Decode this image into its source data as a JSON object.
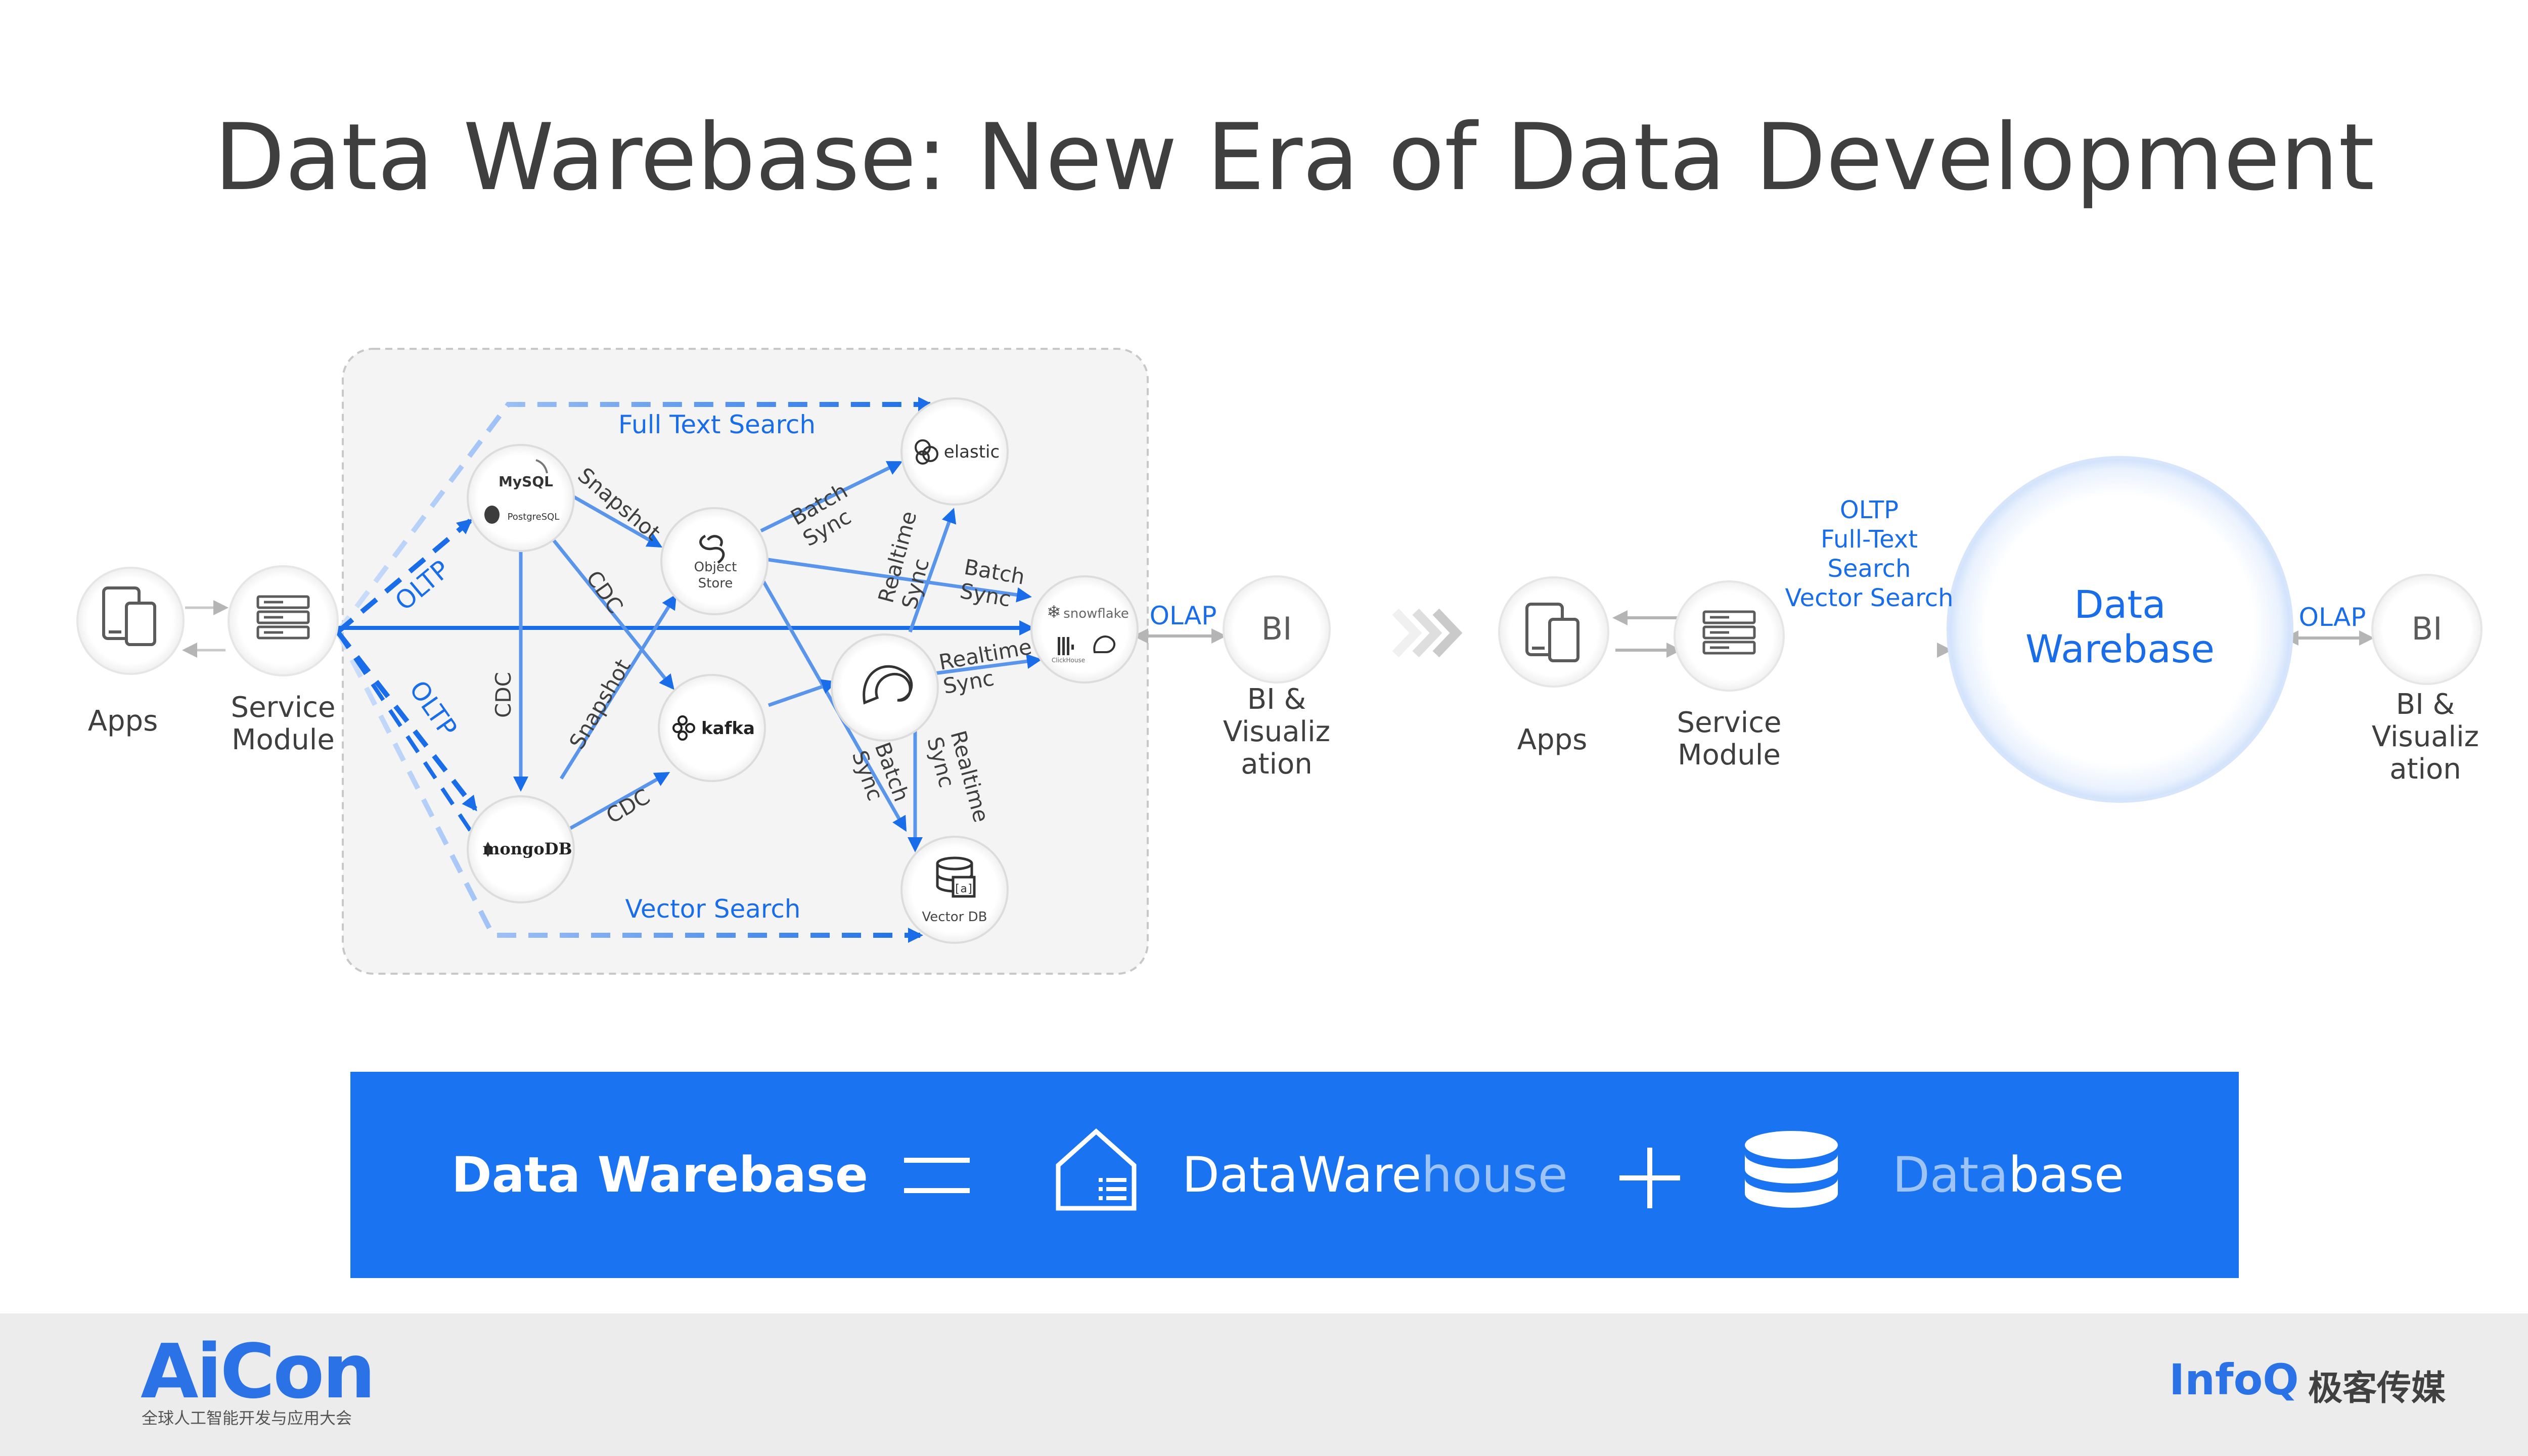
{
  "title": "Data Warebase: New Era of Data Development",
  "left_diagram": {
    "apps_label": "Apps",
    "service_label": "Service\nModule",
    "oltp_label_top": "OLTP",
    "oltp_label_bottom": "OLTP",
    "full_text_search_label": "Full Text Search",
    "vector_search_label": "Vector Search",
    "mysql_label": "MySQL",
    "postgresql_label": "PostgreSQL",
    "object_store_label": "Object\nStore",
    "kafka_label": "kafka",
    "mongodb_label": "mongoDB",
    "elastic_label": "elastic",
    "snowflake_label": "snowflake",
    "clickhouse_label": "ClickHouse",
    "vectordb_label": "Vector DB",
    "edge_snapshot_1": "Snapshot",
    "edge_cdc_1": "CDC",
    "edge_cdc_2": "CDC",
    "edge_snapshot_2": "Snapshot",
    "edge_cdc_3": "CDC",
    "edge_batch_sync_1": "Batch\nSync",
    "edge_realtime_sync_1": "Realtime\nSync",
    "edge_batch_sync_2": "Batch\nSync",
    "edge_realtime_sync_2": "Realtime\nSync",
    "edge_batch_sync_3": "Batch\nSync",
    "edge_realtime_sync_3": "Realtime\nSync",
    "olap_label": "OLAP",
    "bi_icon_text": "BI",
    "bi_label": "BI &\nVisualiz\nation"
  },
  "right_diagram": {
    "apps_label": "Apps",
    "service_label": "Service\nModule",
    "capabilities_label": "OLTP\nFull-Text\nSearch\nVector Search",
    "warebase_label": "Data\nWarebase",
    "olap_label": "OLAP",
    "bi_icon_text": "BI",
    "bi_label": "BI &\nVisualiz\nation"
  },
  "banner": {
    "left": "Data  Warebase",
    "dw_prefix": "DataWare",
    "dw_suffix": "house",
    "db_prefix": "Data",
    "db_suffix": "base"
  },
  "footer": {
    "aicon_logo": "AiCon",
    "aicon_subtitle": "全球人工智能开发与应用大会",
    "infoq_logo": "InfoQ",
    "infoq_chinese": "极客传媒"
  },
  "colors": {
    "accent_blue": "#1a73f0",
    "label_blue": "#1a6de8",
    "text_gray": "#3f3f3f",
    "light_blue_text": "#9ec3f7"
  }
}
